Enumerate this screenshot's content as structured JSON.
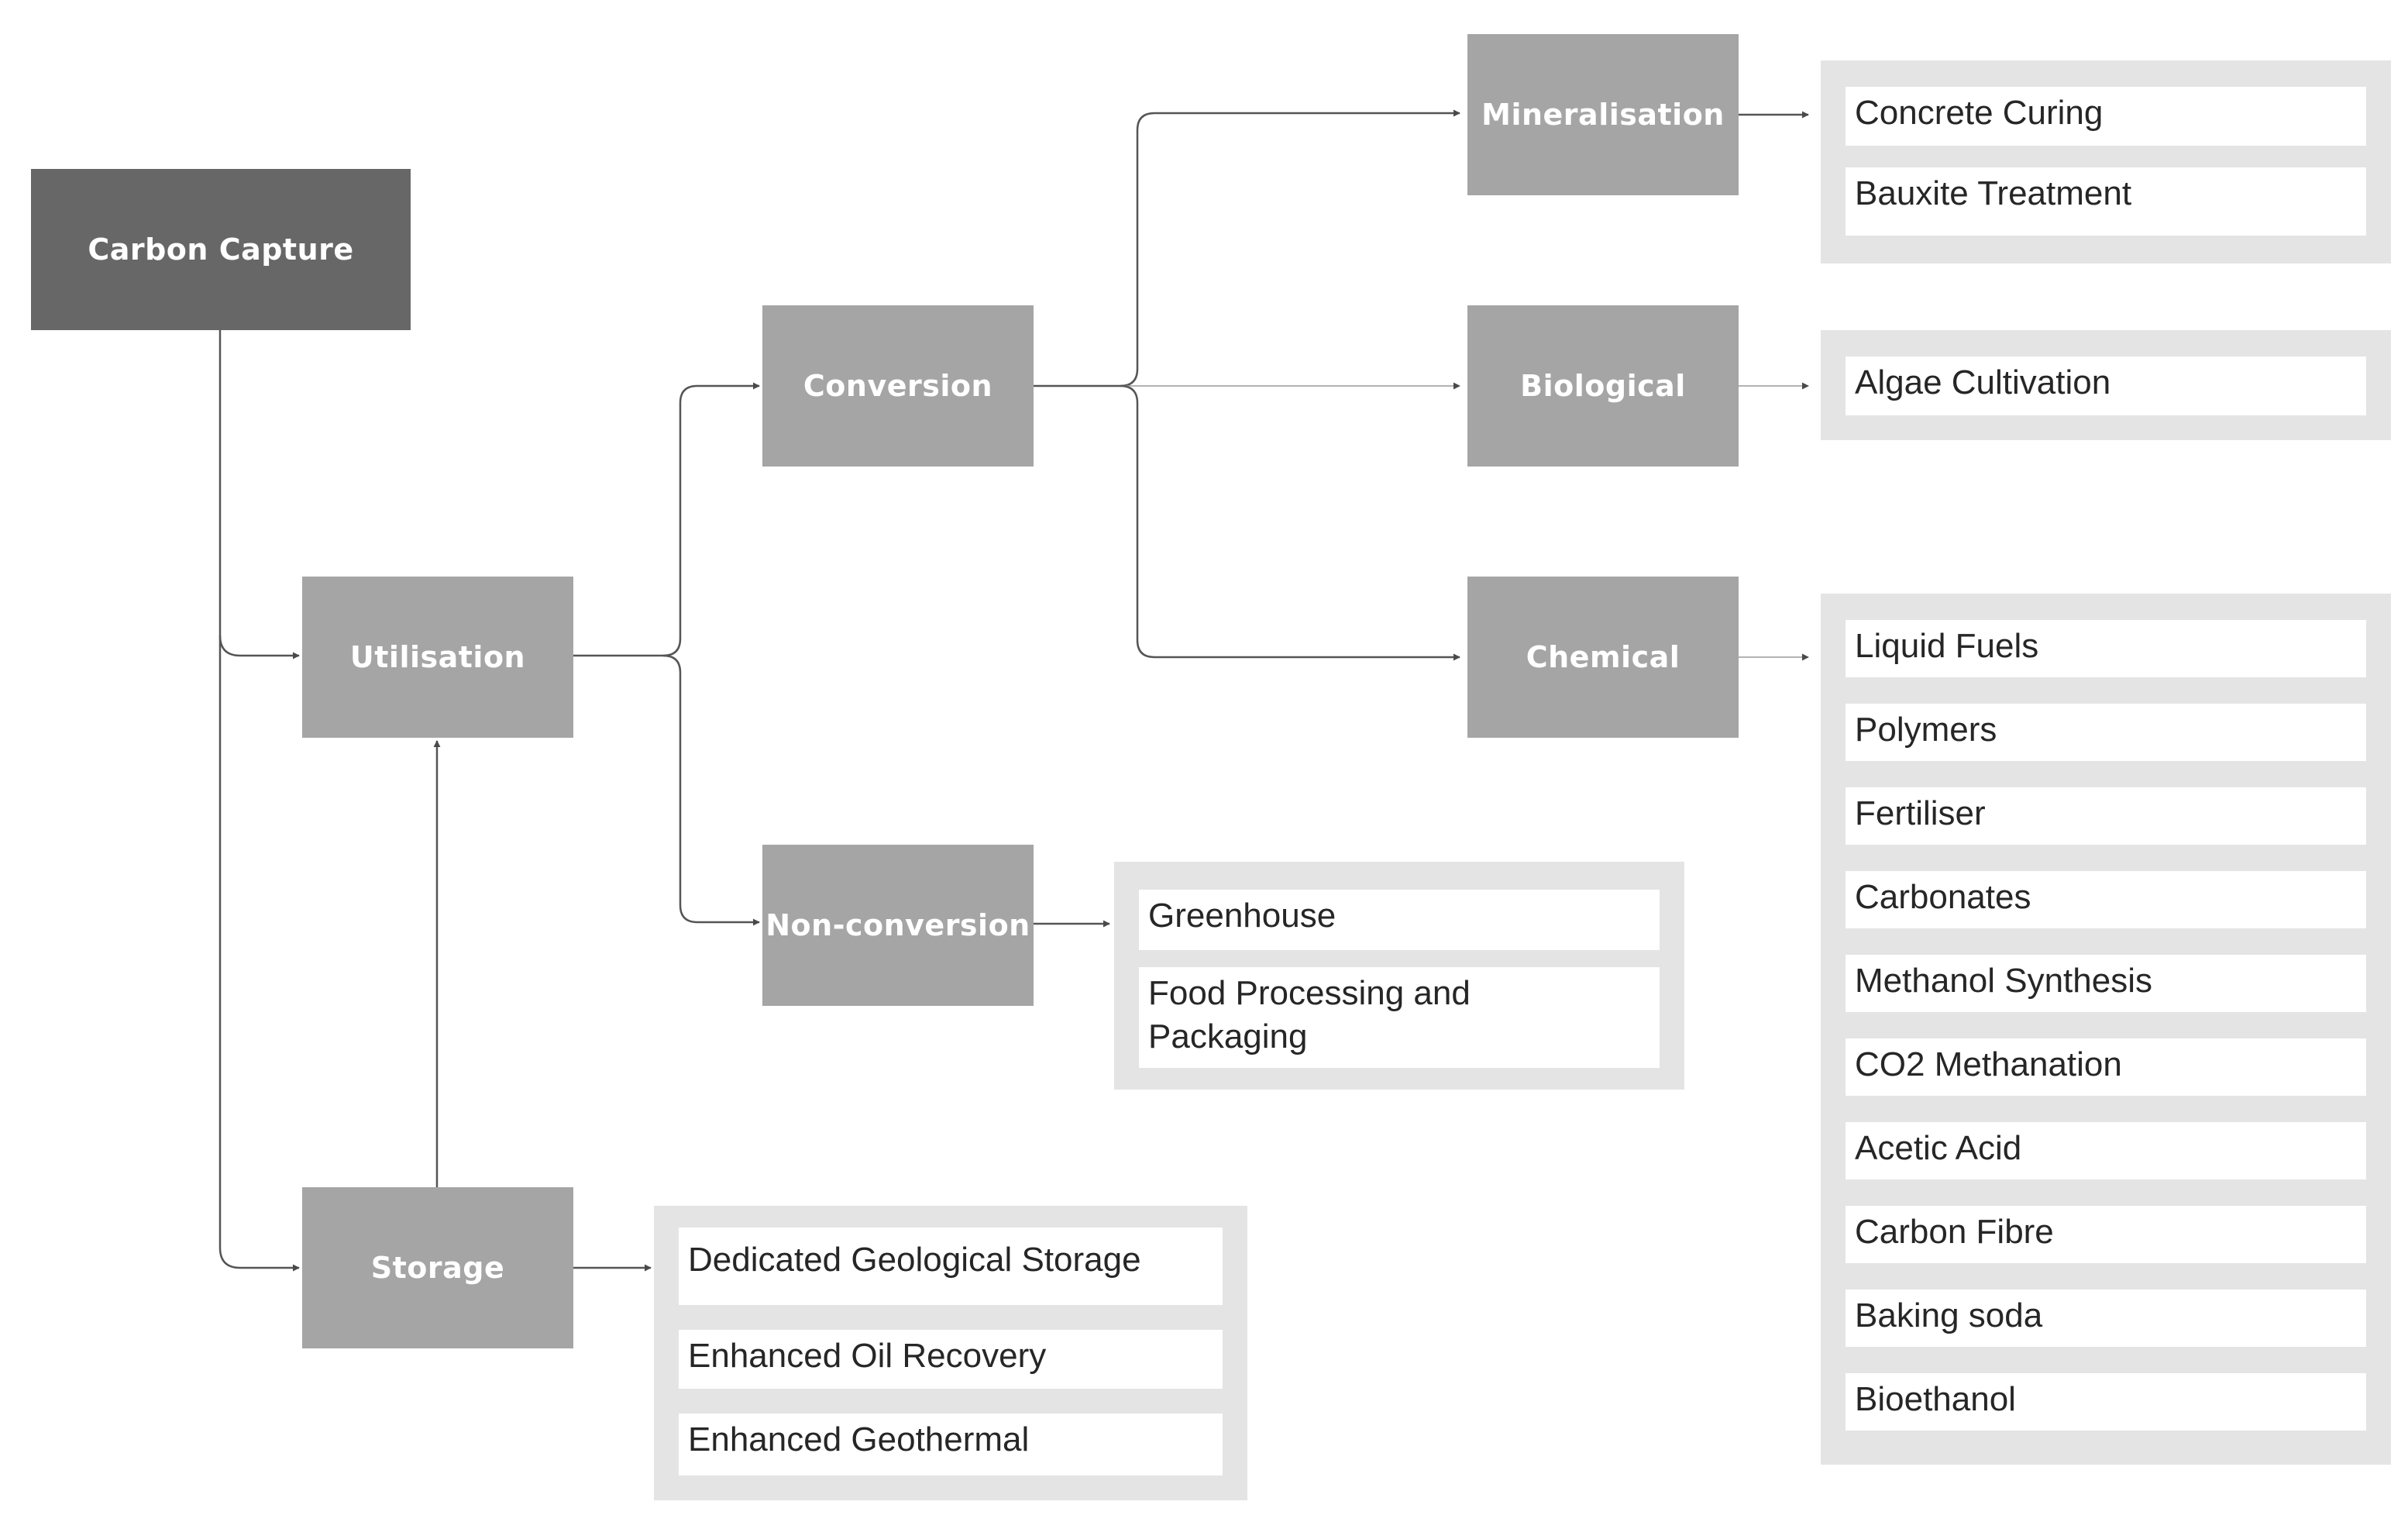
{
  "nodes": {
    "carbon_capture": "Carbon Capture",
    "utilisation": "Utilisation",
    "storage": "Storage",
    "conversion": "Conversion",
    "non_conversion": "Non-conversion",
    "mineralisation": "Mineralisation",
    "biological": "Biological",
    "chemical": "Chemical"
  },
  "groups": {
    "mineralisation": [
      "Concrete Curing",
      "Bauxite Treatment"
    ],
    "biological": [
      "Algae Cultivation"
    ],
    "chemical": [
      "Liquid Fuels",
      "Polymers",
      "Fertiliser",
      "Carbonates",
      "Methanol Synthesis",
      "CO2 Methanation",
      "Acetic Acid",
      "Carbon Fibre",
      "Baking soda",
      "Bioethanol"
    ],
    "non_conversion": [
      "Greenhouse",
      "Food Processing and Packaging"
    ],
    "storage": [
      "Dedicated Geological Storage",
      "Enhanced Oil Recovery",
      "Enhanced Geothermal"
    ]
  },
  "colors": {
    "root_fill": "#676767",
    "node_fill": "#a5a5a5",
    "group_fill": "#e4e4e4",
    "item_fill": "#ffffff",
    "line": "#555555"
  }
}
